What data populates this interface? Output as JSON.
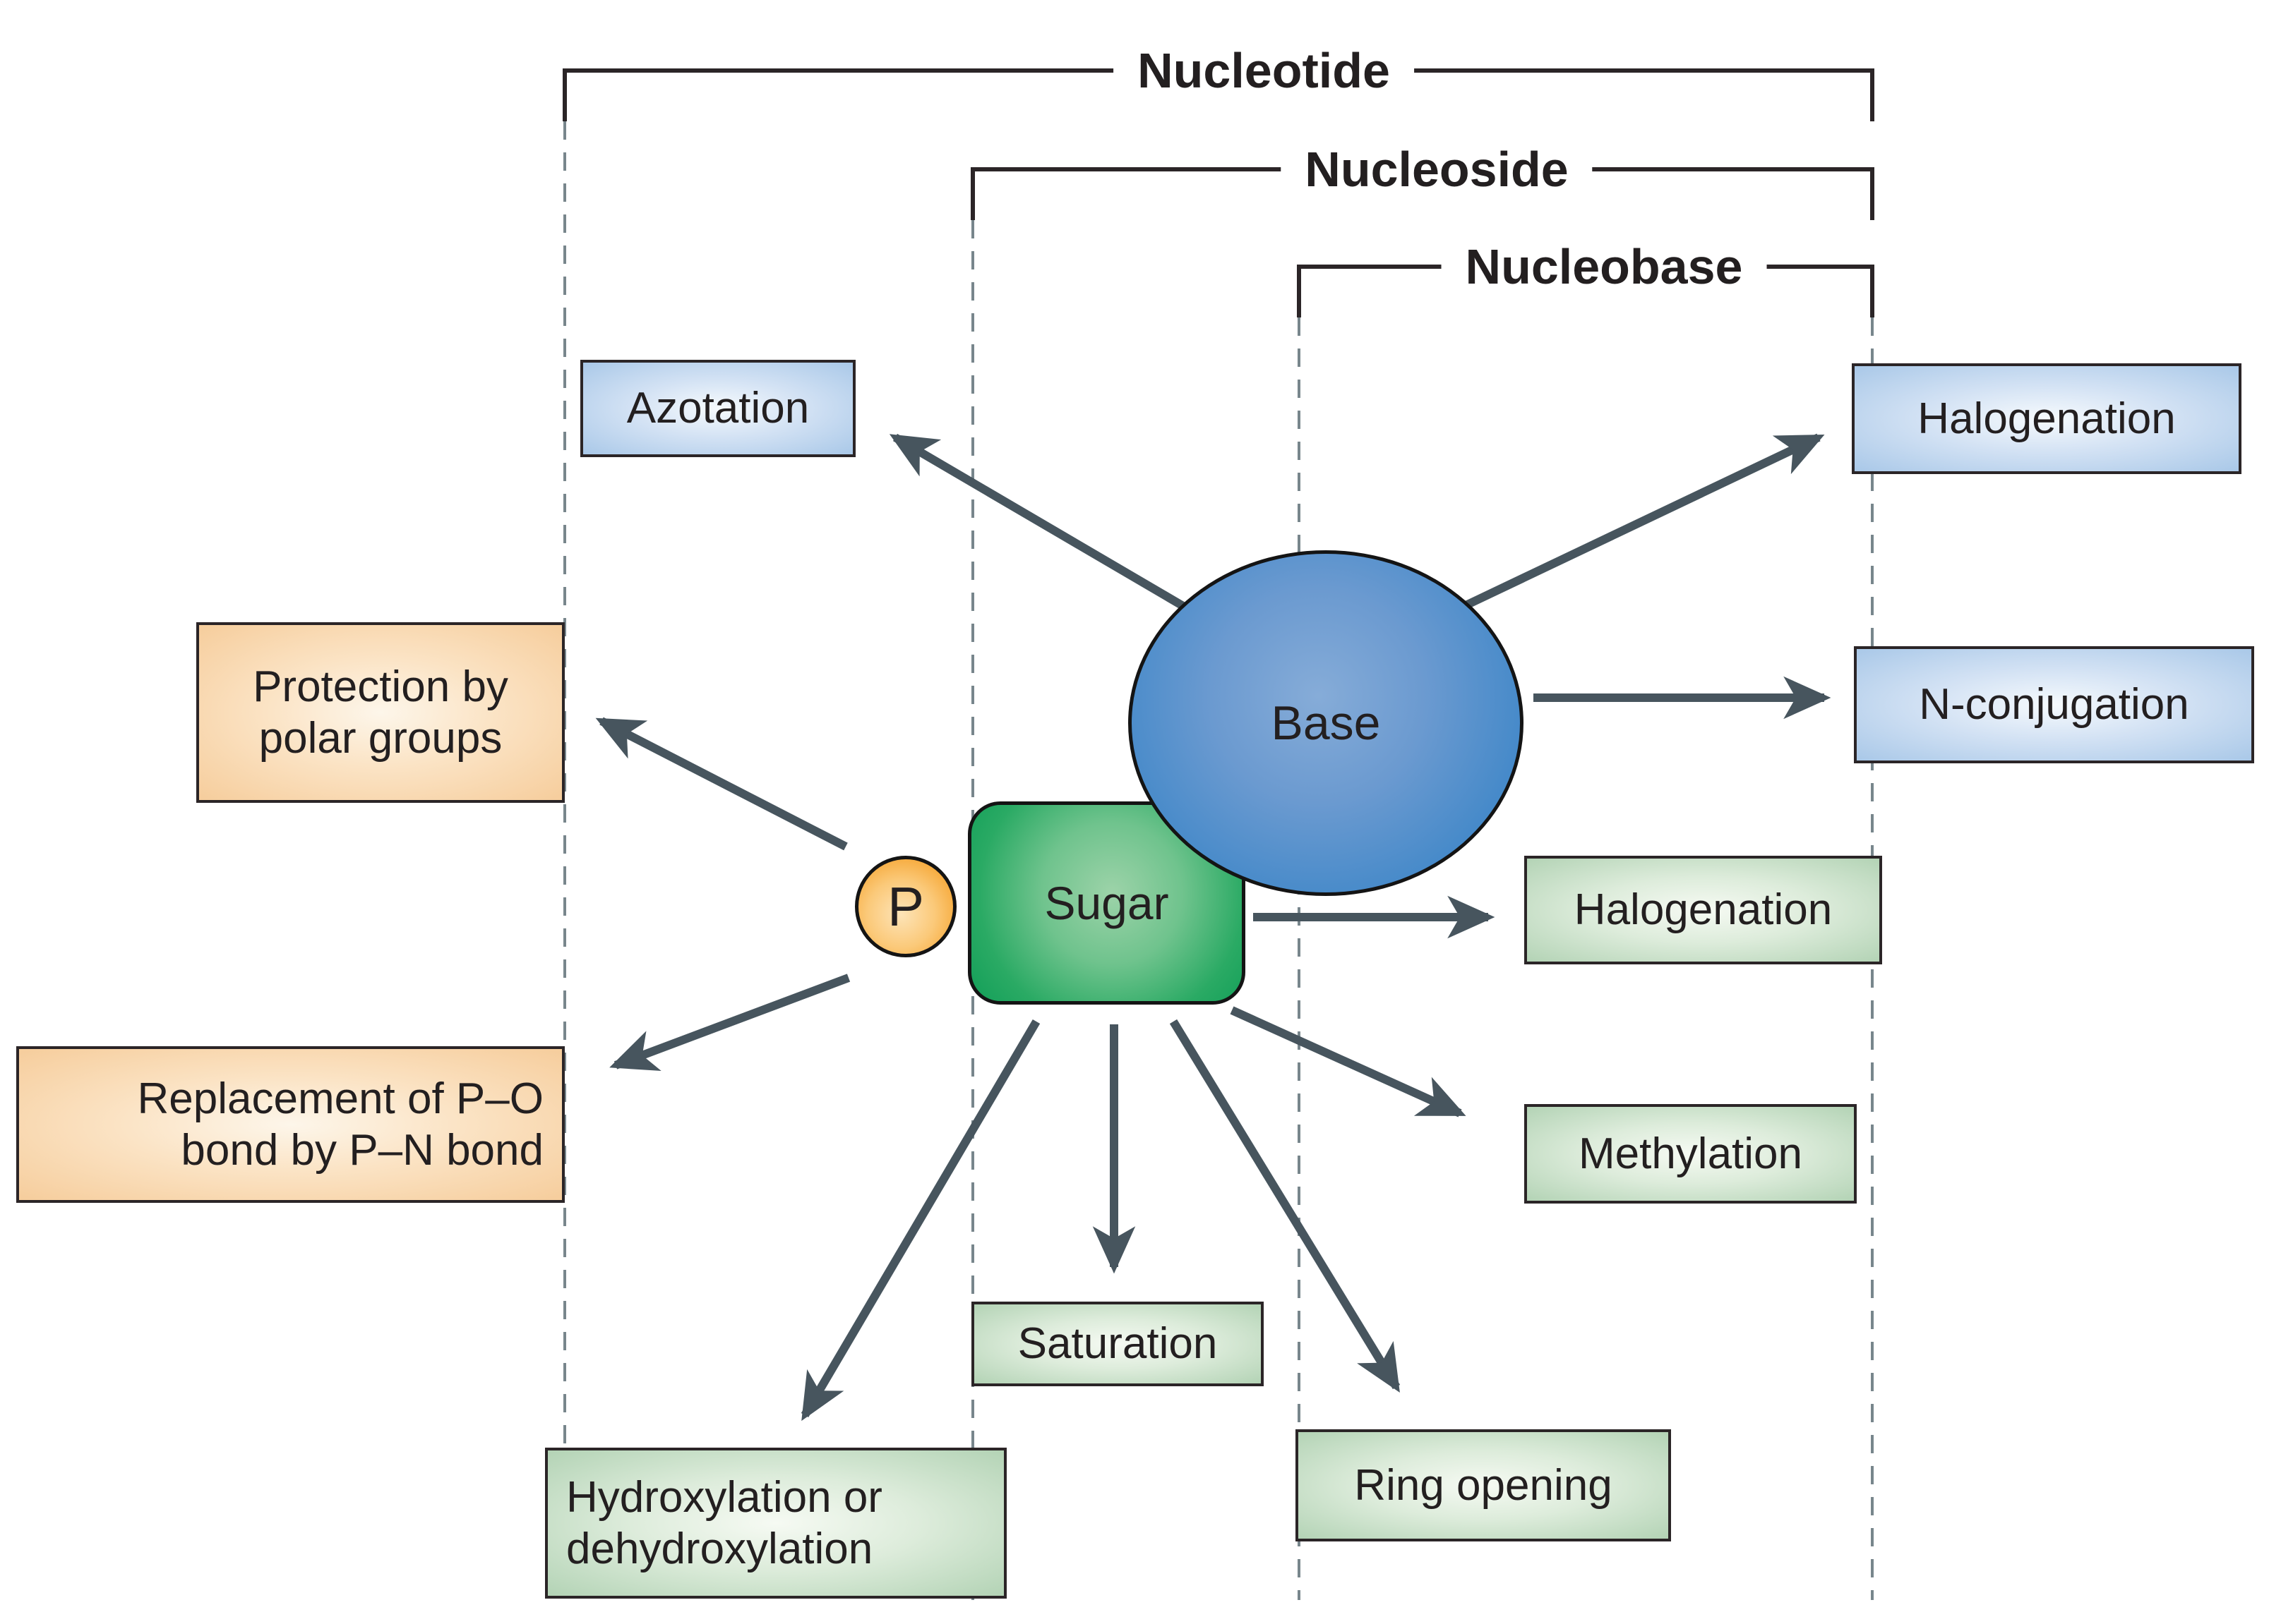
{
  "brackets": {
    "nucleotide": "Nucleotide",
    "nucleoside": "Nucleoside",
    "nucleobase": "Nucleobase"
  },
  "nodes": {
    "base": "Base",
    "sugar": "Sugar",
    "phosphate": "P"
  },
  "base_modifications": {
    "azotation": "Azotation",
    "halogenation": "Halogenation",
    "n_conjugation": "N-conjugation"
  },
  "phosphate_modifications": {
    "protection_line1": "Protection by",
    "protection_line2": "polar groups",
    "replacement_line1": "Replacement of P–O",
    "replacement_line2": "bond by P–N bond"
  },
  "sugar_modifications": {
    "halogenation": "Halogenation",
    "methylation": "Methylation",
    "saturation": "Saturation",
    "ring_opening": "Ring opening",
    "hydroxylation_line1": "Hydroxylation or",
    "hydroxylation_line2": "dehydroxylation"
  },
  "colors": {
    "arrow": "#47555e",
    "bracket_line": "#2b2527",
    "dashed_lane": "#78868c",
    "text": "#231f20",
    "blue_box_edge": "#a9c8e8",
    "orange_box_edge": "#f6cd9c",
    "green_box_edge": "#b3d3b5",
    "base_fill": "#3c85c6",
    "sugar_fill": "#129f58",
    "phosphate_fill": "#f2991f"
  }
}
